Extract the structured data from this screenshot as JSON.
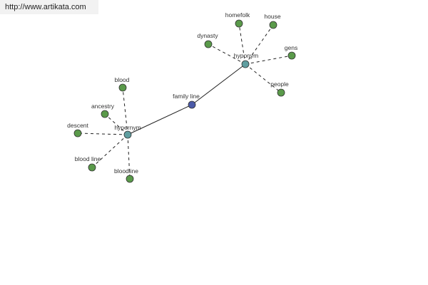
{
  "watermark": {
    "url": "http://www.artikata.com"
  },
  "colors": {
    "leaf": "#5a9a4a",
    "relation": "#5f9ea0",
    "center": "#4b5aa8",
    "stroke": "#333333",
    "edge": "#222222"
  },
  "nodes": {
    "family_line": {
      "label": "family line",
      "kind": "center"
    },
    "hypernym": {
      "label": "hypernym",
      "kind": "relation"
    },
    "hyponym": {
      "label": "hyponym",
      "kind": "relation"
    },
    "blood": {
      "label": "blood",
      "kind": "leaf"
    },
    "ancestry": {
      "label": "ancestry",
      "kind": "leaf"
    },
    "descent": {
      "label": "descent",
      "kind": "leaf"
    },
    "blood_line": {
      "label": "blood line",
      "kind": "leaf"
    },
    "bloodline": {
      "label": "bloodline",
      "kind": "leaf"
    },
    "dynasty": {
      "label": "dynasty",
      "kind": "leaf"
    },
    "homefolk": {
      "label": "homefolk",
      "kind": "leaf"
    },
    "house": {
      "label": "house",
      "kind": "leaf"
    },
    "gens": {
      "label": "gens",
      "kind": "leaf"
    },
    "people": {
      "label": "people",
      "kind": "leaf"
    }
  },
  "edges": [
    {
      "from": "family_line",
      "to": "hypernym",
      "style": "solid"
    },
    {
      "from": "family_line",
      "to": "hyponym",
      "style": "solid"
    },
    {
      "from": "hypernym",
      "to": "blood",
      "style": "dashed"
    },
    {
      "from": "hypernym",
      "to": "ancestry",
      "style": "dashed"
    },
    {
      "from": "hypernym",
      "to": "descent",
      "style": "dashed"
    },
    {
      "from": "hypernym",
      "to": "blood_line",
      "style": "dashed"
    },
    {
      "from": "hypernym",
      "to": "bloodline",
      "style": "dashed"
    },
    {
      "from": "hyponym",
      "to": "dynasty",
      "style": "dashed"
    },
    {
      "from": "hyponym",
      "to": "homefolk",
      "style": "dashed"
    },
    {
      "from": "hyponym",
      "to": "house",
      "style": "dashed"
    },
    {
      "from": "hyponym",
      "to": "gens",
      "style": "dashed"
    },
    {
      "from": "hyponym",
      "to": "people",
      "style": "dashed"
    }
  ]
}
